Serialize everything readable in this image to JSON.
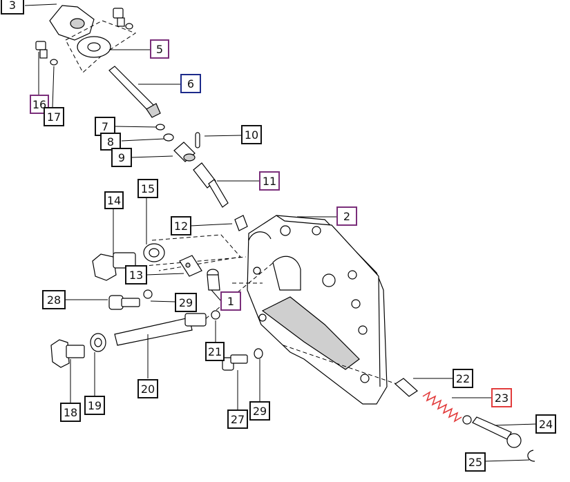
{
  "colors": {
    "default_box": "#111111",
    "purple_box": "#7a2e7a",
    "blue_box": "#1c2a8a",
    "red_box": "#e23b3b",
    "spring": "#e23b3b"
  },
  "callouts": [
    {
      "id": "p1",
      "label": "1",
      "color": "purple"
    },
    {
      "id": "p2",
      "label": "2",
      "color": "purple"
    },
    {
      "id": "p3",
      "label": "3",
      "color": "default"
    },
    {
      "id": "p5",
      "label": "5",
      "color": "purple"
    },
    {
      "id": "p6",
      "label": "6",
      "color": "blue"
    },
    {
      "id": "p7",
      "label": "7",
      "color": "default"
    },
    {
      "id": "p8",
      "label": "8",
      "color": "default"
    },
    {
      "id": "p9",
      "label": "9",
      "color": "default"
    },
    {
      "id": "p10",
      "label": "10",
      "color": "default"
    },
    {
      "id": "p11",
      "label": "11",
      "color": "purple"
    },
    {
      "id": "p12",
      "label": "12",
      "color": "default"
    },
    {
      "id": "p13",
      "label": "13",
      "color": "default"
    },
    {
      "id": "p14",
      "label": "14",
      "color": "default"
    },
    {
      "id": "p15",
      "label": "15",
      "color": "default"
    },
    {
      "id": "p16",
      "label": "16",
      "color": "purple"
    },
    {
      "id": "p17",
      "label": "17",
      "color": "default"
    },
    {
      "id": "p18",
      "label": "18",
      "color": "default"
    },
    {
      "id": "p19",
      "label": "19",
      "color": "default"
    },
    {
      "id": "p20",
      "label": "20",
      "color": "default"
    },
    {
      "id": "p21",
      "label": "21",
      "color": "default"
    },
    {
      "id": "p22",
      "label": "22",
      "color": "default"
    },
    {
      "id": "p23",
      "label": "23",
      "color": "red"
    },
    {
      "id": "p24",
      "label": "24",
      "color": "default"
    },
    {
      "id": "p25",
      "label": "25",
      "color": "default"
    },
    {
      "id": "p27",
      "label": "27",
      "color": "default"
    },
    {
      "id": "p28",
      "label": "28",
      "color": "default"
    },
    {
      "id": "p29a",
      "label": "29",
      "color": "default"
    },
    {
      "id": "p29b",
      "label": "29",
      "color": "default"
    }
  ]
}
